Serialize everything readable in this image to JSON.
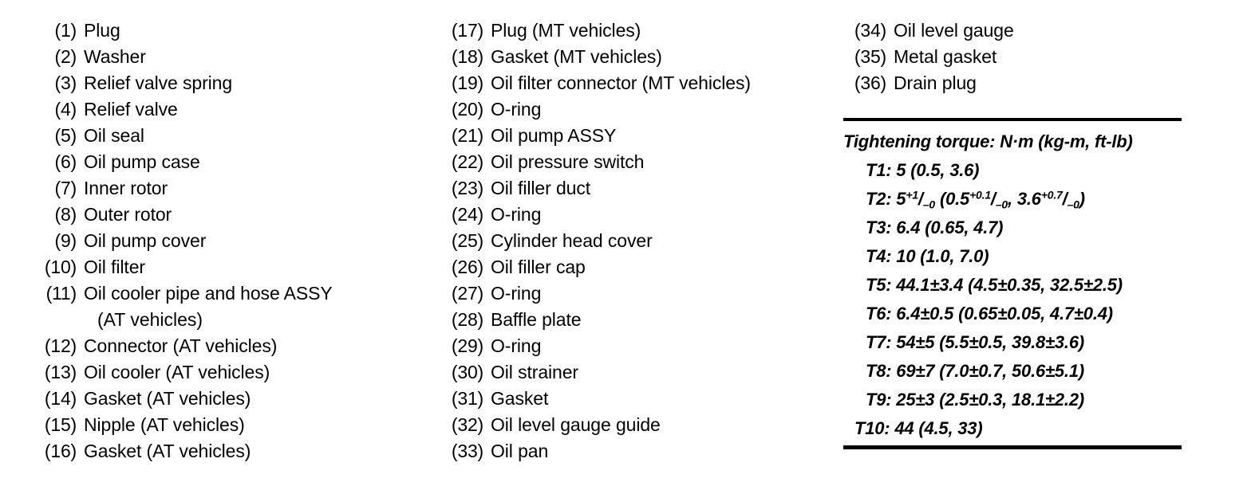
{
  "document": {
    "type": "parts-callout-list",
    "columns": [
      {
        "name": "column-1",
        "items": [
          {
            "num": "(1)",
            "label": "Plug"
          },
          {
            "num": "(2)",
            "label": "Washer"
          },
          {
            "num": "(3)",
            "label": "Relief valve spring"
          },
          {
            "num": "(4)",
            "label": "Relief valve"
          },
          {
            "num": "(5)",
            "label": "Oil seal"
          },
          {
            "num": "(6)",
            "label": "Oil pump case"
          },
          {
            "num": "(7)",
            "label": "Inner rotor"
          },
          {
            "num": "(8)",
            "label": "Outer rotor"
          },
          {
            "num": "(9)",
            "label": "Oil pump cover"
          },
          {
            "num": "(10)",
            "label": "Oil filter"
          },
          {
            "num": "(11)",
            "label": "Oil cooler pipe and hose ASSY",
            "continuation": "(AT vehicles)"
          },
          {
            "num": "(12)",
            "label": "Connector (AT vehicles)"
          },
          {
            "num": "(13)",
            "label": "Oil cooler (AT vehicles)"
          },
          {
            "num": "(14)",
            "label": "Gasket (AT vehicles)"
          },
          {
            "num": "(15)",
            "label": "Nipple (AT vehicles)"
          },
          {
            "num": "(16)",
            "label": "Gasket (AT vehicles)"
          }
        ]
      },
      {
        "name": "column-2",
        "items": [
          {
            "num": "(17)",
            "label": "Plug (MT vehicles)"
          },
          {
            "num": "(18)",
            "label": "Gasket (MT vehicles)"
          },
          {
            "num": "(19)",
            "label": "Oil filter connector (MT vehicles)"
          },
          {
            "num": "(20)",
            "label": "O-ring"
          },
          {
            "num": "(21)",
            "label": "Oil pump ASSY"
          },
          {
            "num": "(22)",
            "label": "Oil pressure switch"
          },
          {
            "num": "(23)",
            "label": "Oil filler duct"
          },
          {
            "num": "(24)",
            "label": "O-ring"
          },
          {
            "num": "(25)",
            "label": "Cylinder head cover"
          },
          {
            "num": "(26)",
            "label": "Oil filler cap"
          },
          {
            "num": "(27)",
            "label": "O-ring"
          },
          {
            "num": "(28)",
            "label": "Baffle plate"
          },
          {
            "num": "(29)",
            "label": "O-ring"
          },
          {
            "num": "(30)",
            "label": "Oil strainer"
          },
          {
            "num": "(31)",
            "label": "Gasket"
          },
          {
            "num": "(32)",
            "label": "Oil level gauge guide"
          },
          {
            "num": "(33)",
            "label": "Oil pan"
          }
        ]
      },
      {
        "name": "column-3",
        "items": [
          {
            "num": "(34)",
            "label": "Oil level gauge"
          },
          {
            "num": "(35)",
            "label": "Metal gasket"
          },
          {
            "num": "(36)",
            "label": "Drain plug"
          }
        ]
      }
    ]
  },
  "torque_table": {
    "title": "Tightening torque: N·m (kg-m, ft-lb)",
    "rows": [
      {
        "id": "T1",
        "text": "T1: 5 (0.5, 3.6)"
      },
      {
        "id": "T2",
        "text": "T2: 5+1/-0 (0.5+0.1/-0, 3.6+0.7/-0)",
        "parts": {
          "prefix": "T2: 5",
          "sup1": "+1",
          "sub1": "–0",
          "mid": " (0.5",
          "sup2": "+0.1",
          "sub2": "–0",
          "mid2": ", 3.6",
          "sup3": "+0.7",
          "sub3": "–0",
          "suffix": ")"
        }
      },
      {
        "id": "T3",
        "text": "T3: 6.4 (0.65, 4.7)"
      },
      {
        "id": "T4",
        "text": "T4: 10 (1.0, 7.0)"
      },
      {
        "id": "T5",
        "text": "T5: 44.1±3.4 (4.5±0.35, 32.5±2.5)"
      },
      {
        "id": "T6",
        "text": "T6: 6.4±0.5 (0.65±0.05, 4.7±0.4)"
      },
      {
        "id": "T7",
        "text": "T7: 54±5 (5.5±0.5, 39.8±3.6)"
      },
      {
        "id": "T8",
        "text": "T8: 69±7 (7.0±0.7, 50.6±5.1)"
      },
      {
        "id": "T9",
        "text": "T9: 25±3 (2.5±0.3, 18.1±2.2)"
      },
      {
        "id": "T10",
        "text": "T10: 44 (4.5, 33)"
      }
    ]
  },
  "colors": {
    "text": "#000000",
    "background": "#ffffff",
    "rule": "#000000"
  }
}
